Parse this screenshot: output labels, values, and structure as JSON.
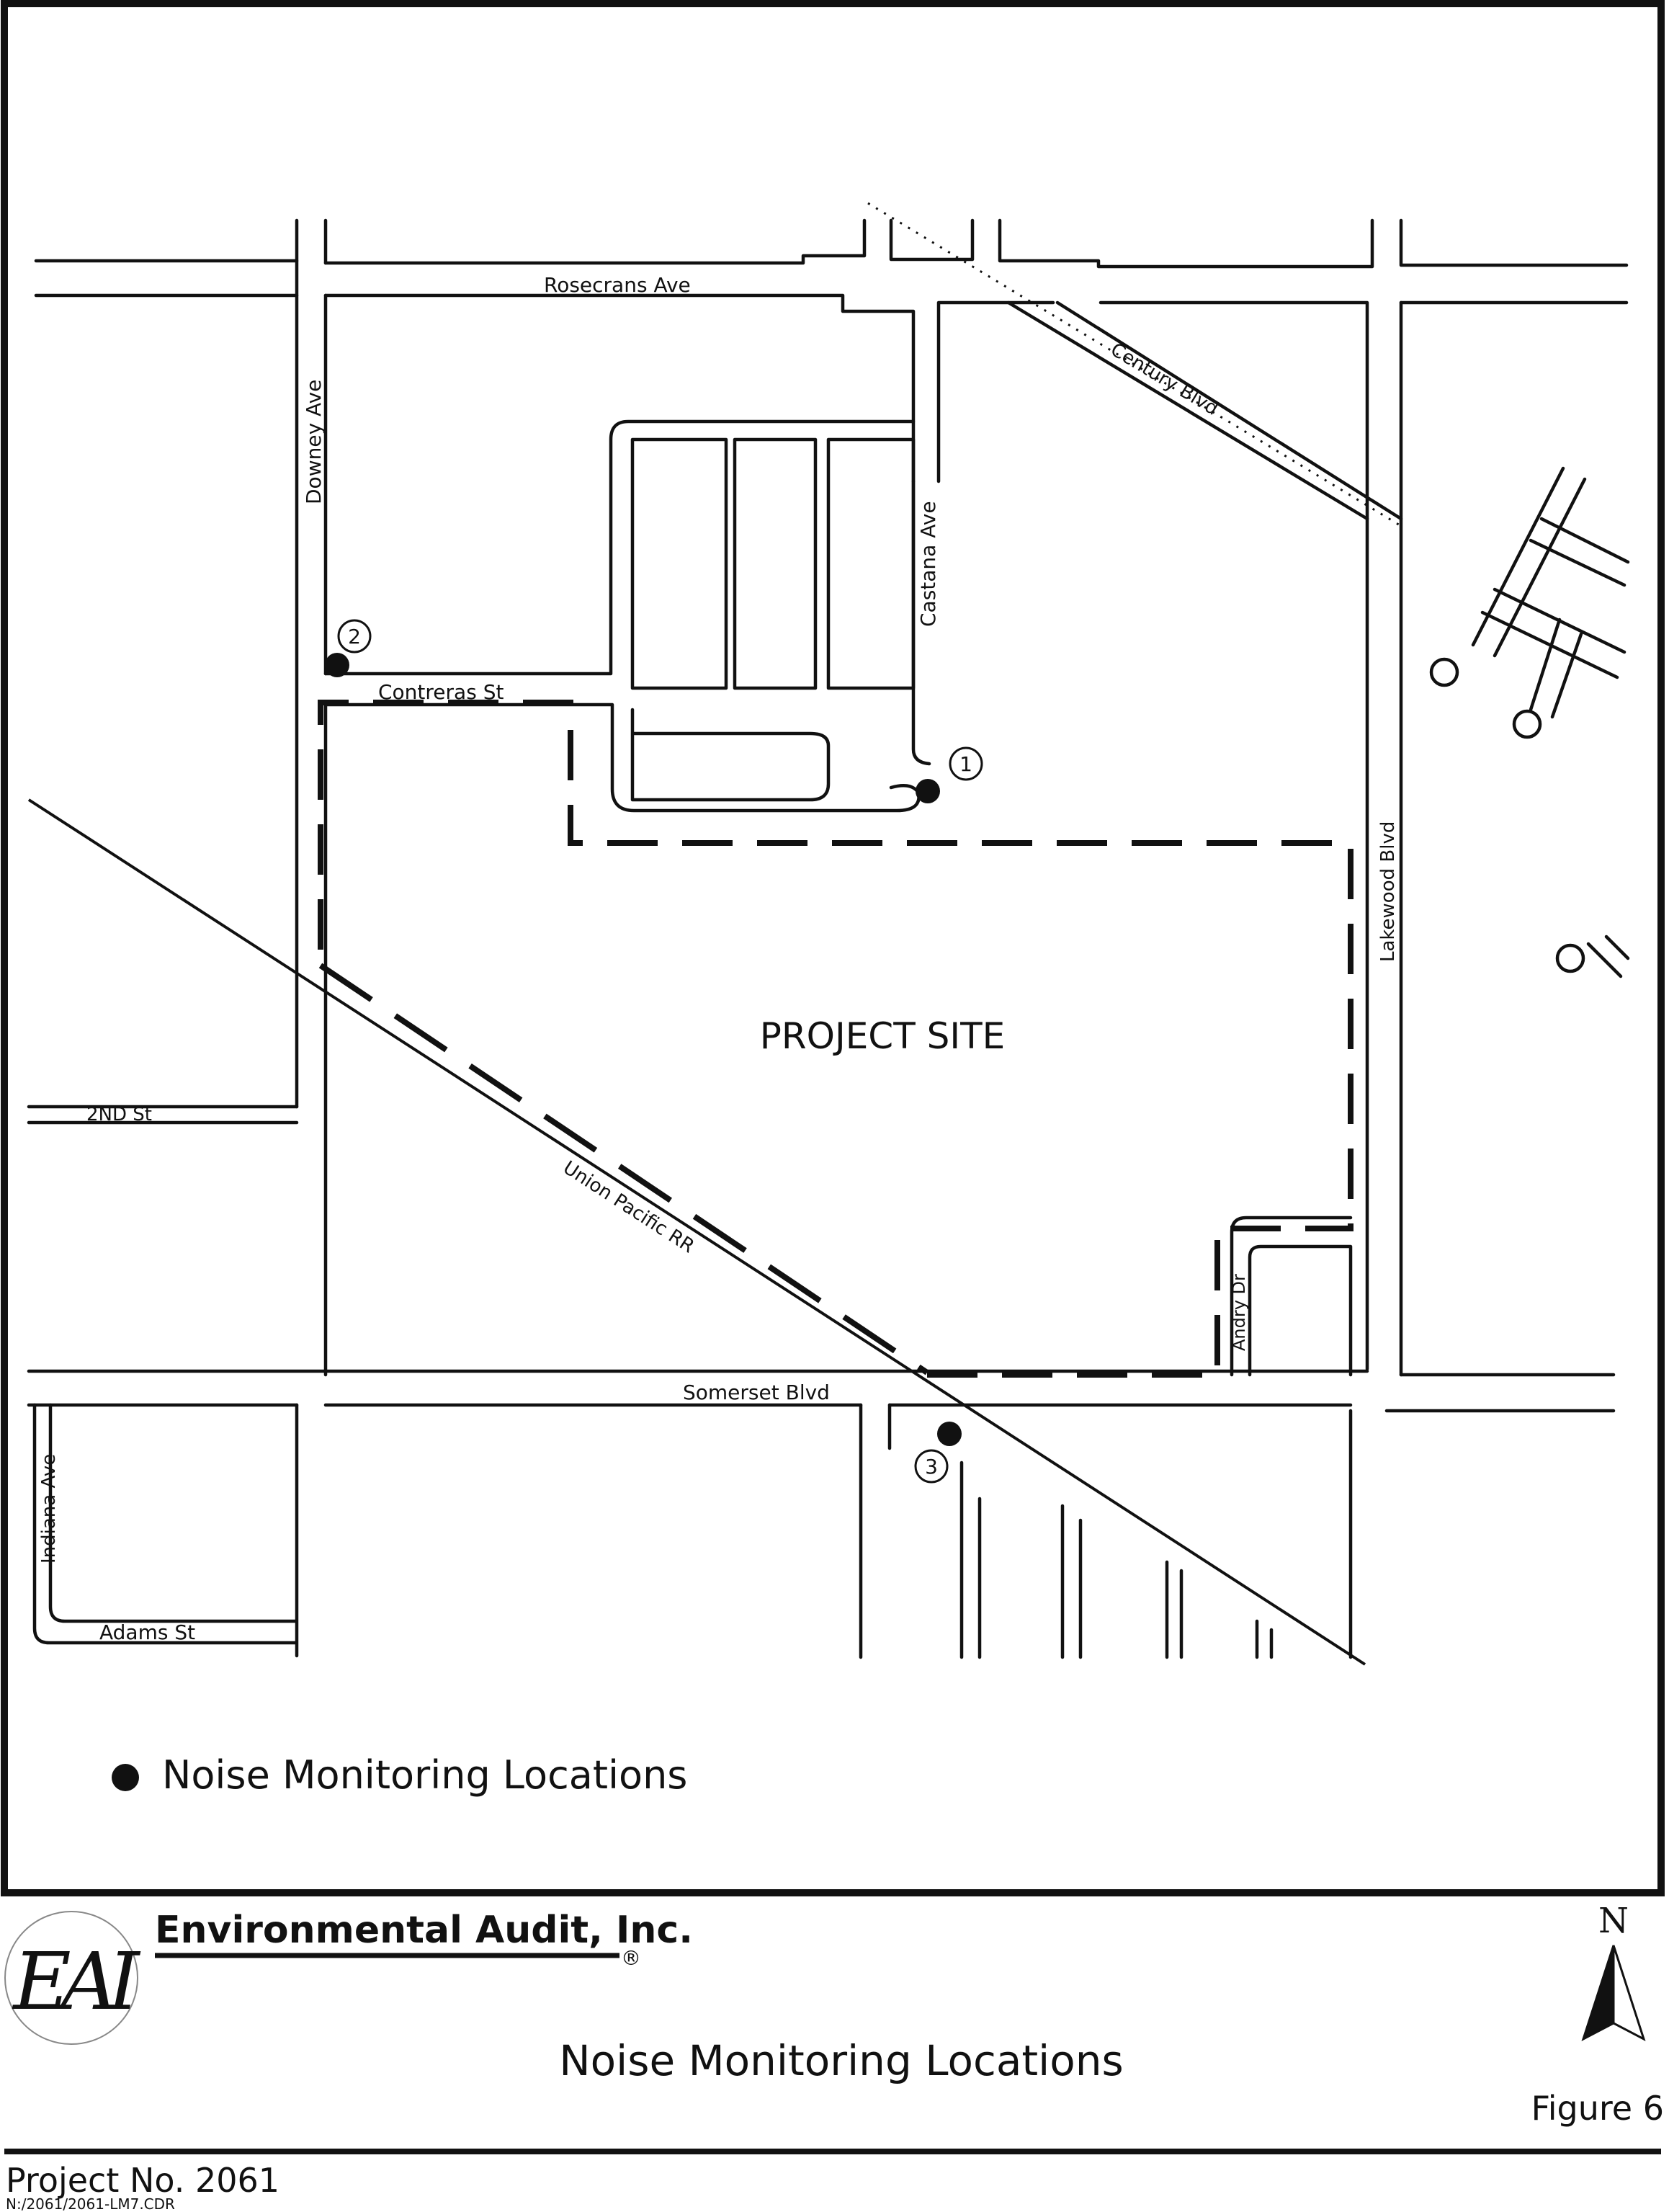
{
  "map": {
    "site_label": "PROJECT SITE",
    "streets": {
      "rosecrans": "Rosecrans Ave",
      "century": "Century Blvd",
      "downey": "Downey Ave",
      "castana": "Castana Ave",
      "contreras": "Contreras St",
      "lakewood": "Lakewood Blvd",
      "second": "2ND St",
      "union_pacific": "Union Pacific RR",
      "andry": "Andry Dr",
      "somerset": "Somerset Blvd",
      "indiana": "Indiana Ave",
      "adams": "Adams St"
    },
    "monitoring_points": [
      {
        "number": "1"
      },
      {
        "number": "2"
      },
      {
        "number": "3"
      }
    ]
  },
  "legend": {
    "label": "Noise Monitoring Locations"
  },
  "footer": {
    "logo_text": "EAI",
    "company_name": "Environmental Audit, Inc.",
    "registered_mark": "®",
    "north_label": "N",
    "map_title": "Noise Monitoring Locations",
    "figure_label": "Figure 6",
    "project_number": "Project No. 2061",
    "file_path": "N:/2061/2061-LM7.CDR"
  }
}
